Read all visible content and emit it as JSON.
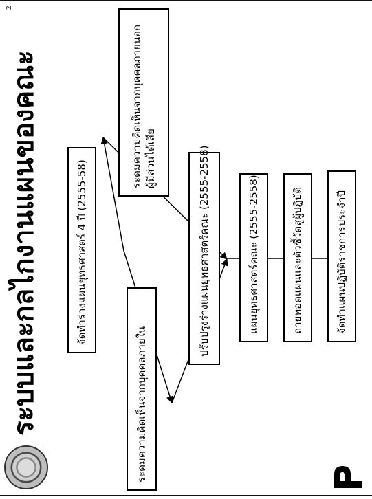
{
  "slide": {
    "title": "ระบบและกลไกงานแผนของคณะ",
    "page_number": "2"
  },
  "flowchart": {
    "step1": "จัดทำร่างแผนยุทธศาสตร์ 4 ปี (2555-58)",
    "step2a": "ระดมความคิดเห็นจากบุคคลภายใน",
    "step2b": "ระดมความคิดเห็นจากบุคคลภายนอก ผู้มีส่วนได้เสีย",
    "step3": "ปรับปรุงร่างแผนยุทธศาสตร์คณะ (2555-2558)",
    "step4": "แผนยุทธศาสตร์คณะ (2555-2558)",
    "step5": "ถ่ายทอดแผนและตัวชี้วัดสู่ผู้ปฏิบัติ",
    "step6": "จัดทำแผนปฏิบัติราชการประจำปี"
  }
}
